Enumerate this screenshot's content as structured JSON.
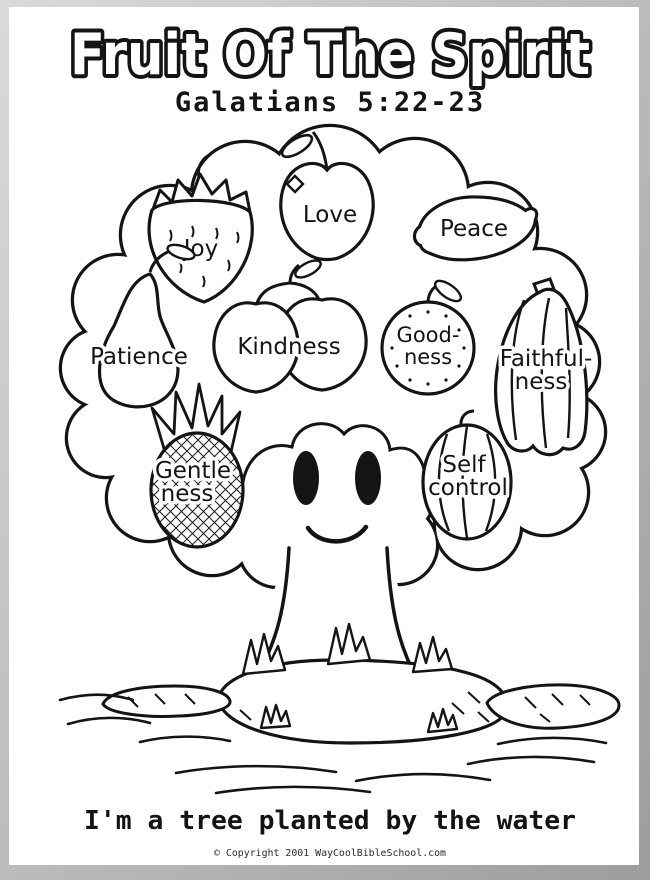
{
  "header": {
    "title": "Fruit Of The Spirit",
    "scripture": "Galatians 5:22-23"
  },
  "fruits": [
    {
      "icon": "strawberry-icon",
      "lines": [
        "Joy"
      ]
    },
    {
      "icon": "apple-icon",
      "lines": [
        "Love"
      ]
    },
    {
      "icon": "lemon-icon",
      "lines": [
        "Peace"
      ]
    },
    {
      "icon": "pear-icon",
      "lines": [
        "Patience"
      ]
    },
    {
      "icon": "apple-pair-icon",
      "lines": [
        "Kindness"
      ]
    },
    {
      "icon": "orange-icon",
      "lines": [
        "Good-",
        "ness"
      ]
    },
    {
      "icon": "banana-bunch-icon",
      "lines": [
        "Faithful-",
        "ness"
      ]
    },
    {
      "icon": "pineapple-icon",
      "lines": [
        "Gentle",
        "ness"
      ]
    },
    {
      "icon": "melon-icon",
      "lines": [
        "Self",
        "control"
      ]
    }
  ],
  "footer": {
    "caption": "I'm a tree planted by the water",
    "copyright": "© Copyright 2001 WayCoolBibleSchool.com"
  },
  "colors": {
    "ink": "#141414",
    "paper": "#ffffff",
    "scan_edge": "#c7c7c7"
  }
}
